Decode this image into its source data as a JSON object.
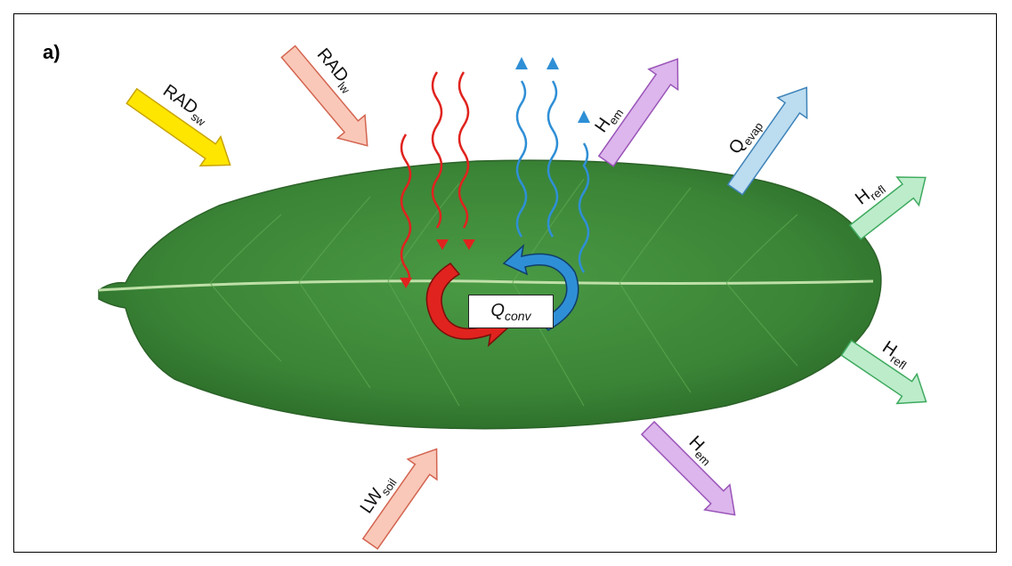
{
  "panel_label": "a)",
  "arrows": {
    "rad_sw": {
      "main": "RAD",
      "sub": "sw",
      "color": "#ffe600"
    },
    "rad_lw": {
      "main": "RAD",
      "sub": "lw",
      "color": "#f9c8b8"
    },
    "h_em_top": {
      "main": "H",
      "sub": "em",
      "color": "#dcb6ec"
    },
    "q_evap": {
      "main": "Q",
      "sub": "evap",
      "color": "#bcdcf0"
    },
    "h_refl_upper": {
      "main": "H",
      "sub": "refl",
      "color": "#bdeccb"
    },
    "h_refl_lower": {
      "main": "H",
      "sub": "refl",
      "color": "#bdeccb"
    },
    "h_em_bottom": {
      "main": "H",
      "sub": "em",
      "color": "#dcb6ec"
    },
    "lw_soil": {
      "main": "LW",
      "sub": "soil",
      "color": "#f9c8b8"
    }
  },
  "qconv": {
    "main": "Q",
    "sub": "conv"
  },
  "colors": {
    "leaf": "#3f8a3a",
    "leaf_dark": "#2d6b2a",
    "heat_in": "#e0231e",
    "heat_out": "#2f8fd6"
  }
}
